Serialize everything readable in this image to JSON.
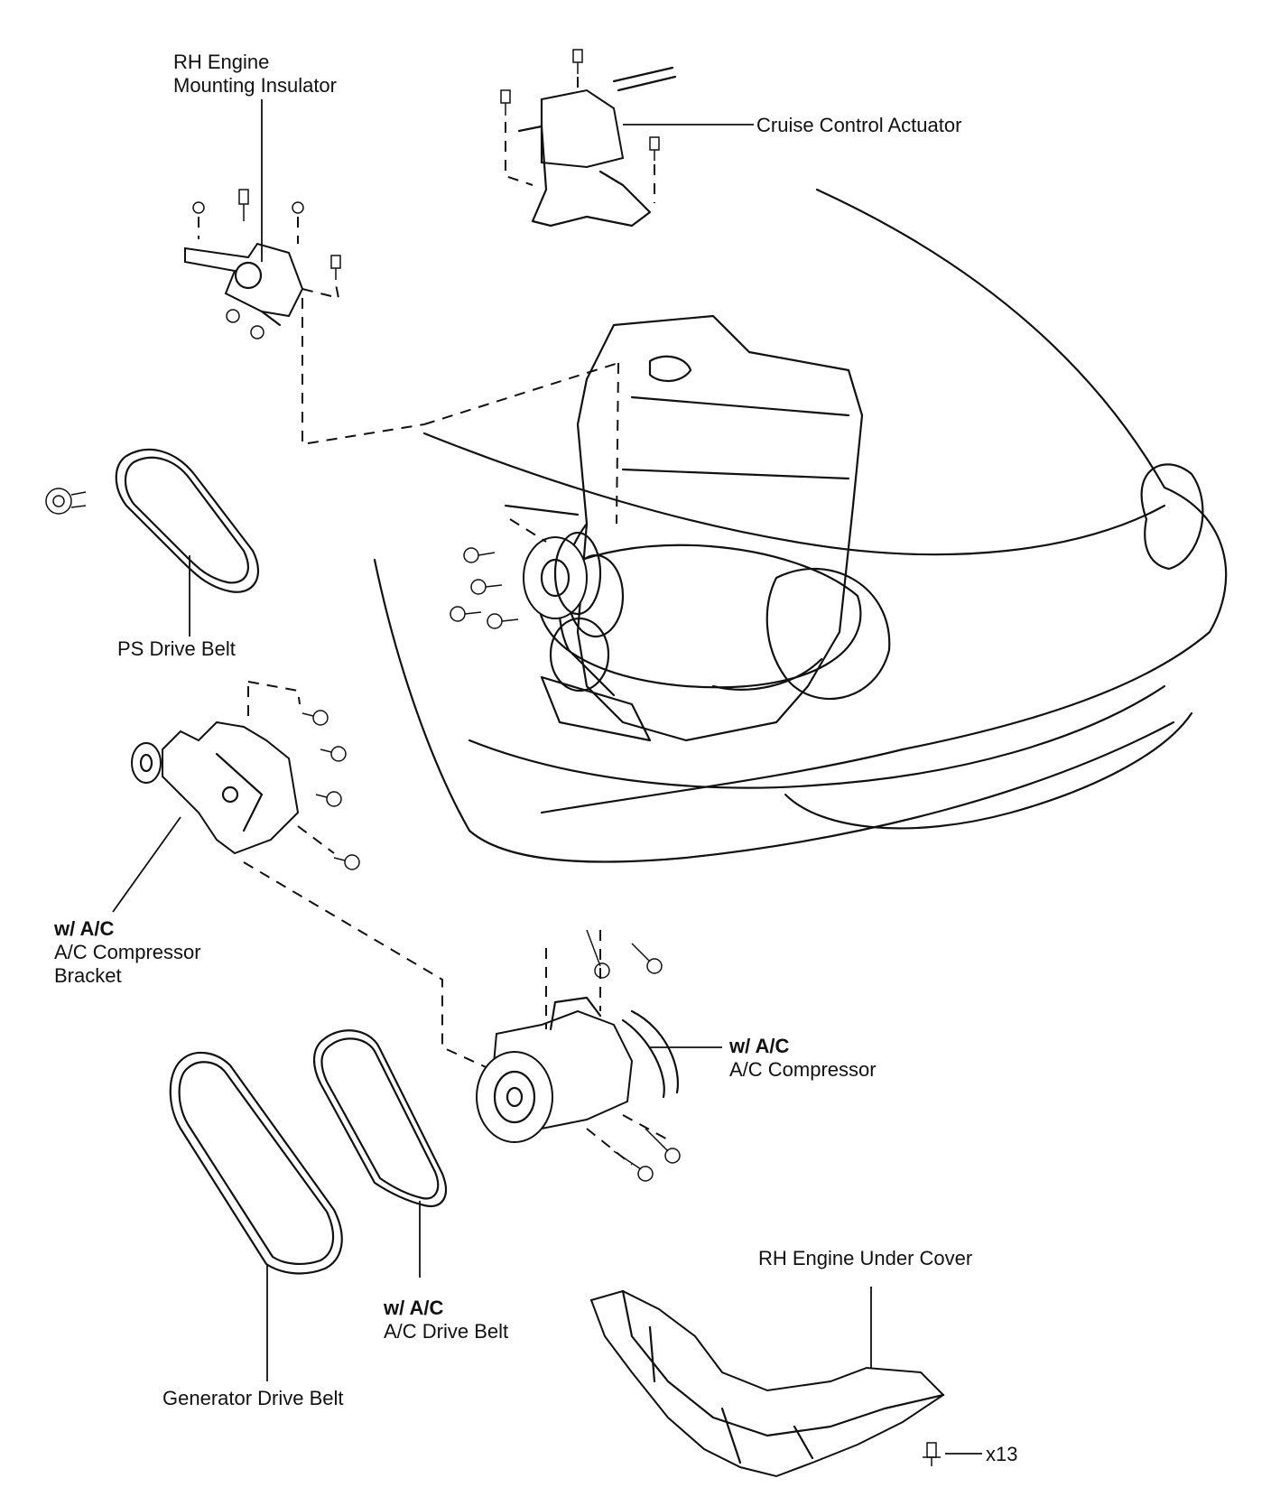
{
  "labels": {
    "rh_engine_mounting_insulator": [
      "RH Engine",
      "Mounting Insulator"
    ],
    "cruise_control_actuator": "Cruise Control Actuator",
    "ps_drive_belt": "PS Drive Belt",
    "ac_compressor_bracket": {
      "qualifier": "w/ A/C",
      "name": [
        "A/C Compressor",
        "Bracket"
      ]
    },
    "ac_compressor": {
      "qualifier": "w/ A/C",
      "name": "A/C Compressor"
    },
    "rh_engine_under_cover": "RH Engine Under Cover",
    "ac_drive_belt": {
      "qualifier": "w/ A/C",
      "name": "A/C Drive Belt"
    },
    "generator_drive_belt": "Generator Drive Belt",
    "under_cover_bolt_count": "x13"
  },
  "colors": {
    "ink": "#111111",
    "paper": "#ffffff"
  }
}
